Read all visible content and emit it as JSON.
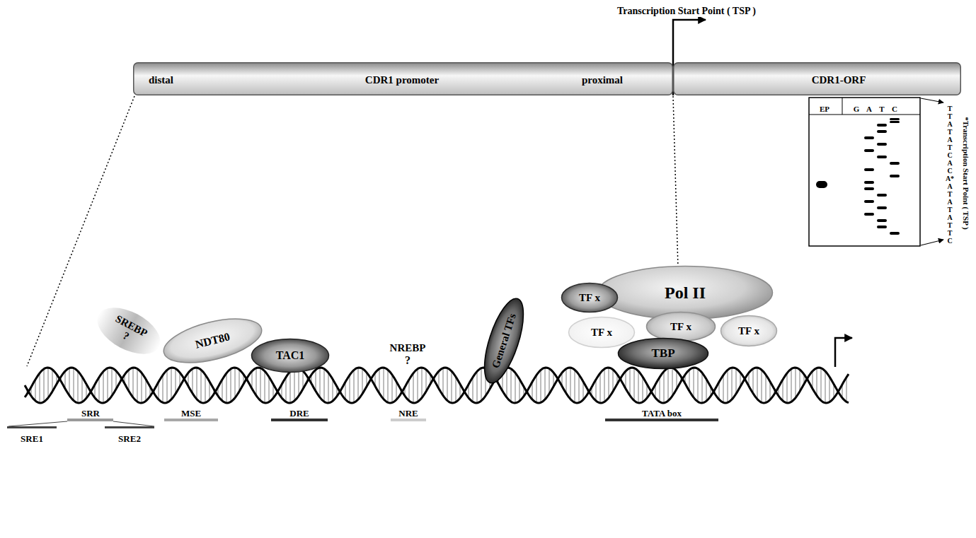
{
  "diagram": {
    "nodes": [
      {
        "text": [
          "distal",
          "CDR1 promoter",
          "proximal"
        ]
      },
      {
        "text": [
          "CDR1-ORF"
        ]
      },
      {
        "text": [
          "SREBP",
          "?"
        ]
      },
      {
        "text": [
          "NDT80"
        ]
      },
      {
        "text": [
          "TAC1"
        ]
      },
      {
        "text": [
          "General TFs"
        ]
      },
      {
        "text": [
          "Pol II"
        ]
      },
      {
        "text": [
          "TF x"
        ]
      },
      {
        "text": [
          "TF x"
        ]
      },
      {
        "text": [
          "TF x"
        ]
      },
      {
        "text": [
          "TF x"
        ]
      },
      {
        "text": [
          "TBP"
        ]
      }
    ],
    "labels": [
      "Transcription Start Point ( TSP )",
      "NREBP",
      "?",
      "SRR",
      "MSE",
      "DRE",
      "NRE",
      "TATA box",
      "SRE1",
      "SRE2",
      "EP",
      "G",
      "A",
      "T",
      "C",
      "T",
      "T",
      "A",
      "T",
      "A",
      "T",
      "C",
      "A",
      "C",
      "A*",
      "A",
      "T",
      "A",
      "T",
      "A",
      "T",
      "T",
      "C",
      "*Transcription Start Point ( TSP )"
    ]
  }
}
